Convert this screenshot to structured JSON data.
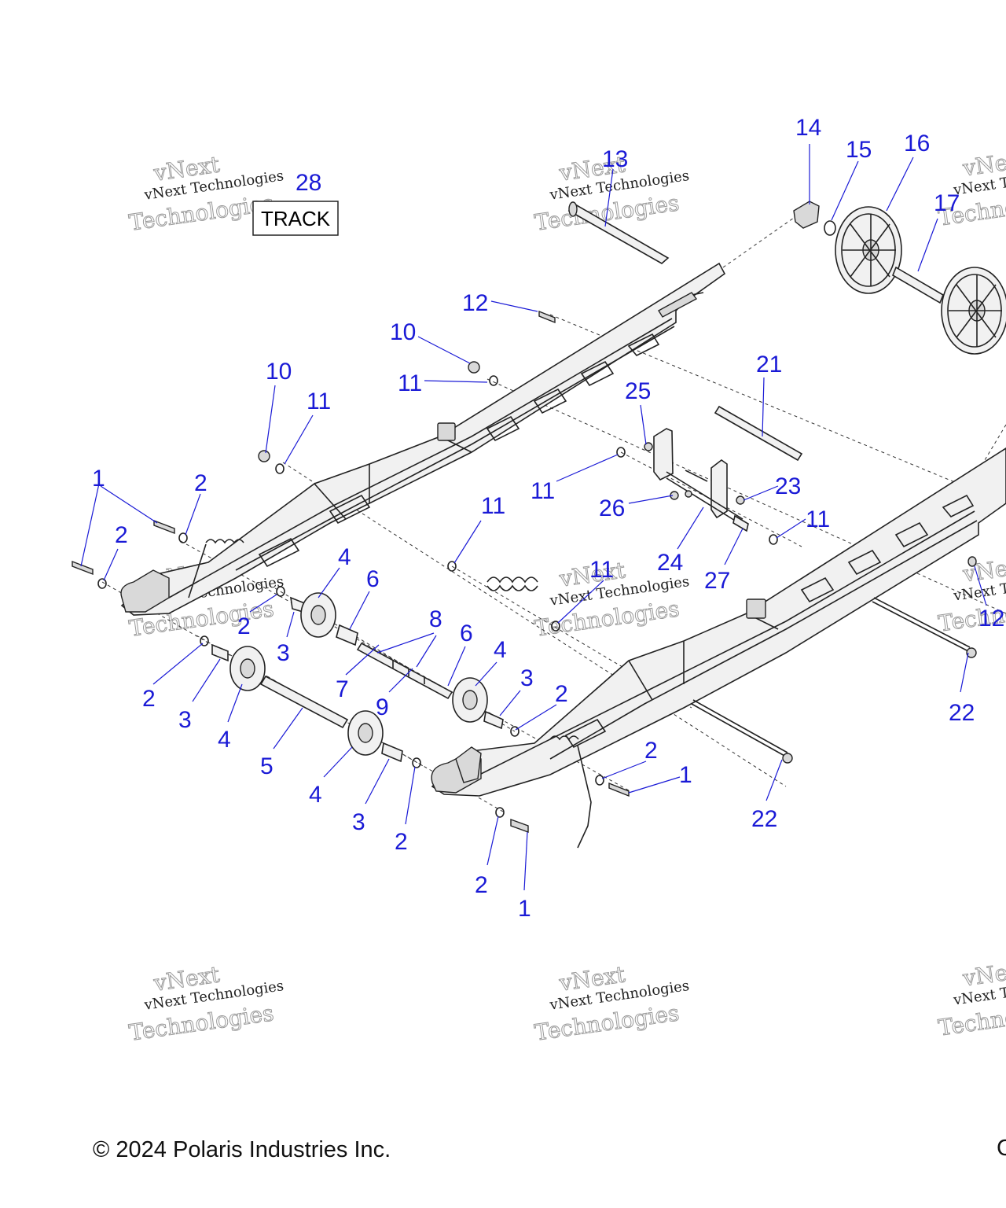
{
  "diagram": {
    "labels": [
      {
        "id": "l28",
        "text": "28"
      },
      {
        "id": "l13",
        "text": "13"
      },
      {
        "id": "l14",
        "text": "14"
      },
      {
        "id": "l15",
        "text": "15"
      },
      {
        "id": "l16",
        "text": "16"
      },
      {
        "id": "l17",
        "text": "17"
      },
      {
        "id": "l12a",
        "text": "12"
      },
      {
        "id": "l10a",
        "text": "10"
      },
      {
        "id": "l11a",
        "text": "11"
      },
      {
        "id": "l10b",
        "text": "10"
      },
      {
        "id": "l11b",
        "text": "11"
      },
      {
        "id": "l21",
        "text": "21"
      },
      {
        "id": "l25",
        "text": "25"
      },
      {
        "id": "l11c",
        "text": "11"
      },
      {
        "id": "l23",
        "text": "23"
      },
      {
        "id": "l26",
        "text": "26"
      },
      {
        "id": "l11d",
        "text": "11"
      },
      {
        "id": "l11e",
        "text": "11"
      },
      {
        "id": "l24",
        "text": "24"
      },
      {
        "id": "l27",
        "text": "27"
      },
      {
        "id": "l11f",
        "text": "11"
      },
      {
        "id": "l12b",
        "text": "12"
      },
      {
        "id": "l1a",
        "text": "1"
      },
      {
        "id": "l2a",
        "text": "2"
      },
      {
        "id": "l2b",
        "text": "2"
      },
      {
        "id": "l4a",
        "text": "4"
      },
      {
        "id": "l6a",
        "text": "6"
      },
      {
        "id": "l2c",
        "text": "2"
      },
      {
        "id": "l3a",
        "text": "3"
      },
      {
        "id": "l8",
        "text": "8"
      },
      {
        "id": "l6b",
        "text": "6"
      },
      {
        "id": "l7",
        "text": "7"
      },
      {
        "id": "l9",
        "text": "9"
      },
      {
        "id": "l4b",
        "text": "4"
      },
      {
        "id": "l3b",
        "text": "3"
      },
      {
        "id": "l2d",
        "text": "2"
      },
      {
        "id": "l2e",
        "text": "2"
      },
      {
        "id": "l3c",
        "text": "3"
      },
      {
        "id": "l4c",
        "text": "4"
      },
      {
        "id": "l5",
        "text": "5"
      },
      {
        "id": "l4d",
        "text": "4"
      },
      {
        "id": "l3d",
        "text": "3"
      },
      {
        "id": "l2f",
        "text": "2"
      },
      {
        "id": "l2g",
        "text": "2"
      },
      {
        "id": "l1b",
        "text": "1"
      },
      {
        "id": "l22a",
        "text": "22"
      },
      {
        "id": "l22b",
        "text": "22"
      },
      {
        "id": "l2h",
        "text": "2"
      },
      {
        "id": "l1c",
        "text": "1"
      }
    ],
    "track_box": "TRACK",
    "watermark": {
      "line1": "vNext Technologies",
      "line2": "vNext",
      "line3": "Technologies",
      "line1_clipped": "vNext Te",
      "line3_clipped": "Technol"
    }
  },
  "footer": {
    "copyright": "© 2024 Polaris Industries Inc.",
    "edge_char": "C"
  },
  "colors": {
    "label": "#1a1ad6",
    "line": "#222222",
    "background": "#ffffff"
  }
}
